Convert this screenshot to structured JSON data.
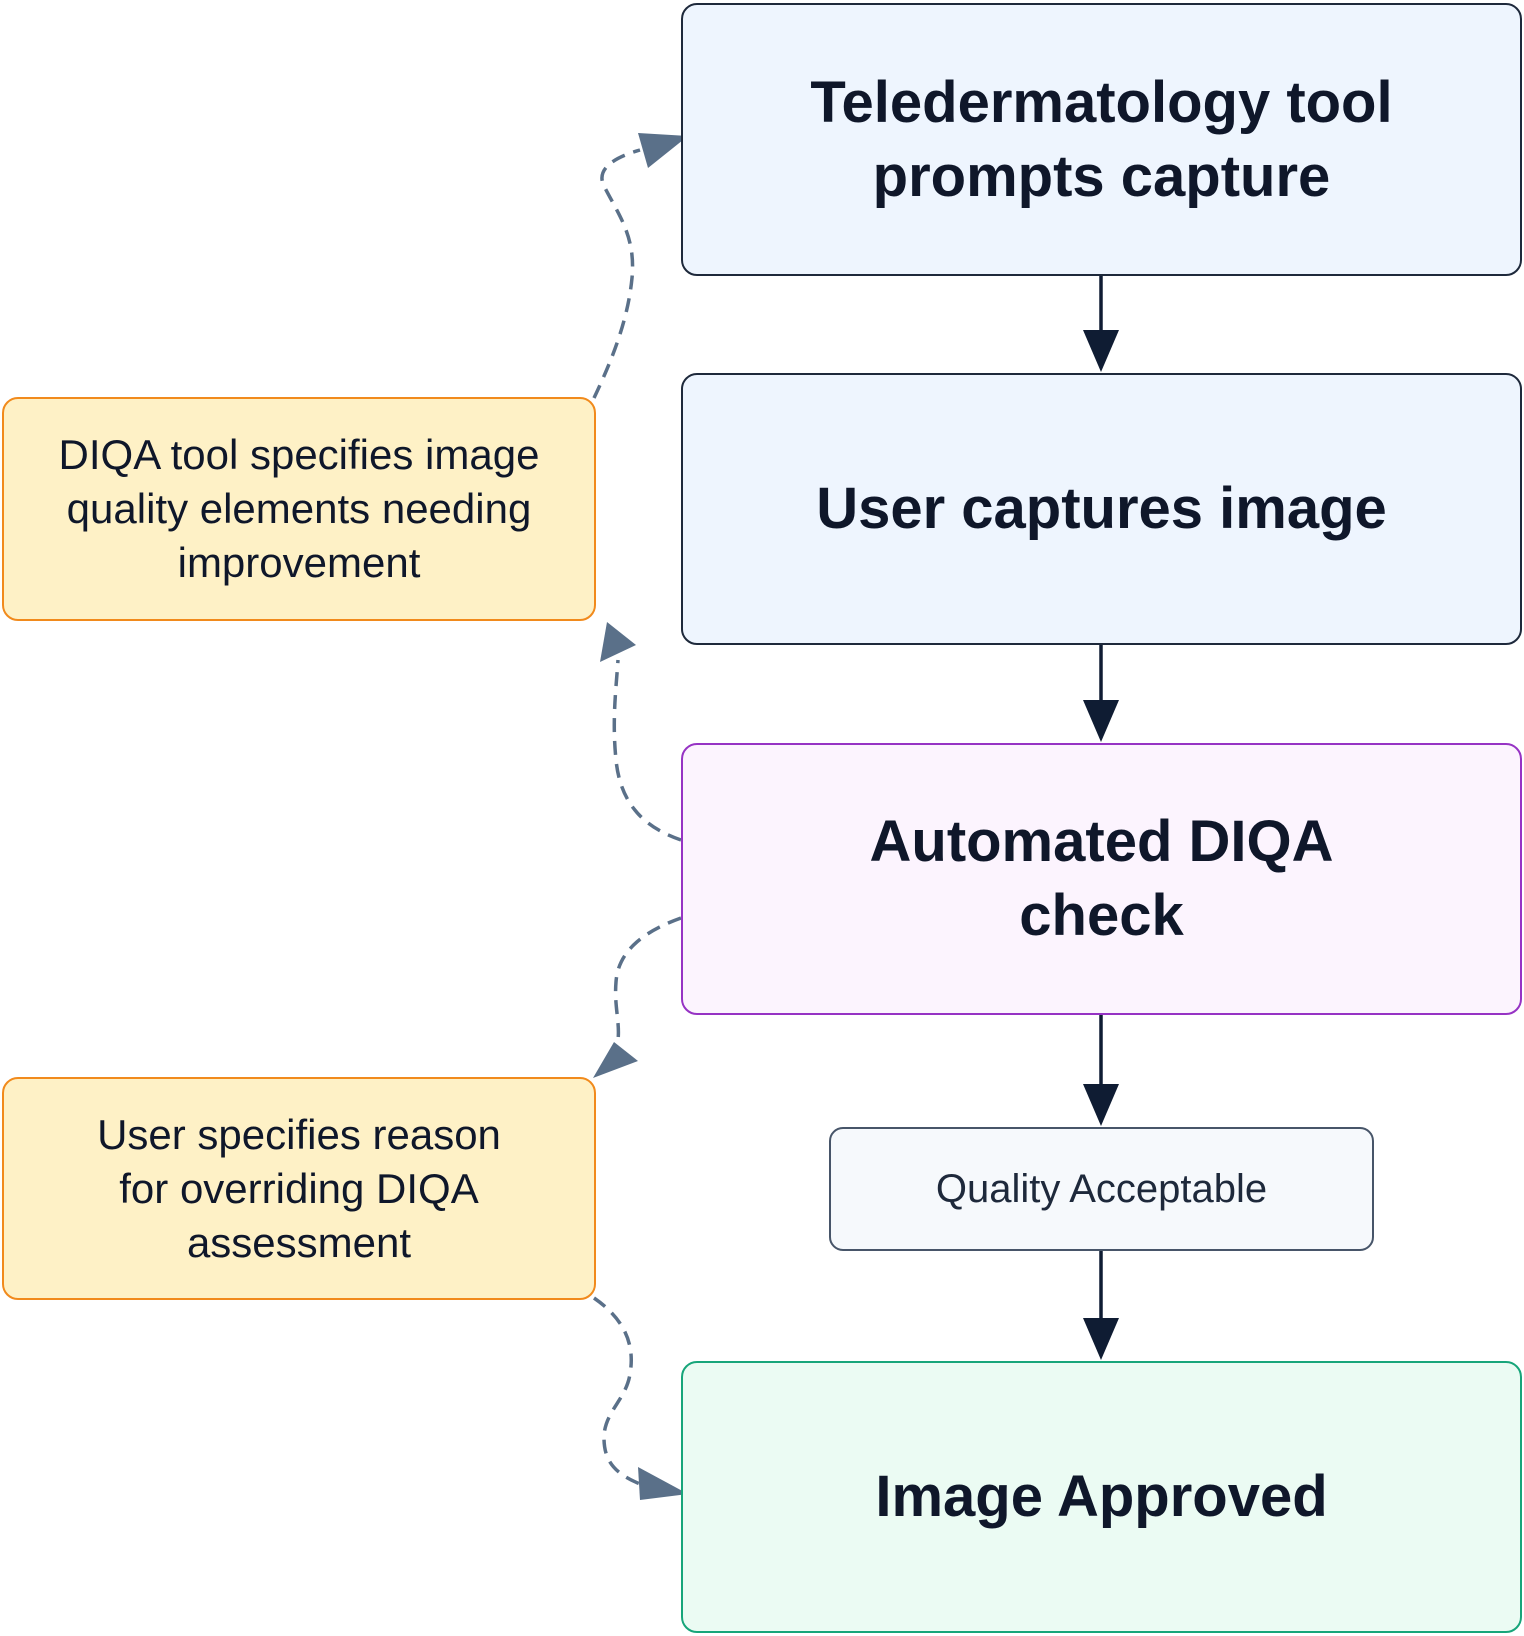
{
  "nodes": {
    "prompt": {
      "label": "Teledermatology tool prompts capture"
    },
    "capture": {
      "label": "User captures image"
    },
    "check": {
      "label": "Automated DIQA check"
    },
    "acceptable": {
      "label": "Quality Acceptable"
    },
    "approved": {
      "label": "Image Approved"
    },
    "specifies": {
      "label": "DIQA tool specifies image quality elements needing improvement"
    },
    "override": {
      "label": "User specifies reason for overriding DIQA assessment"
    }
  },
  "edges": [
    {
      "from": "prompt",
      "to": "capture",
      "style": "solid"
    },
    {
      "from": "capture",
      "to": "check",
      "style": "solid"
    },
    {
      "from": "check",
      "to": "acceptable",
      "style": "solid"
    },
    {
      "from": "acceptable",
      "to": "approved",
      "style": "solid"
    },
    {
      "from": "check",
      "to": "specifies",
      "style": "dashed"
    },
    {
      "from": "specifies",
      "to": "prompt",
      "style": "dashed"
    },
    {
      "from": "check",
      "to": "override",
      "style": "dashed"
    },
    {
      "from": "override",
      "to": "approved",
      "style": "dashed"
    }
  ],
  "colors": {
    "solid_arrow": "#0f1c33",
    "dashed_arrow": "#5a7089",
    "main_fill": "#eef5fe",
    "check_fill": "#fcf4fe",
    "check_border": "#9633c4",
    "approved_fill": "#ebfbf3",
    "approved_border": "#17a57a",
    "side_fill": "#fef1c6",
    "side_border": "#f18a1c"
  }
}
